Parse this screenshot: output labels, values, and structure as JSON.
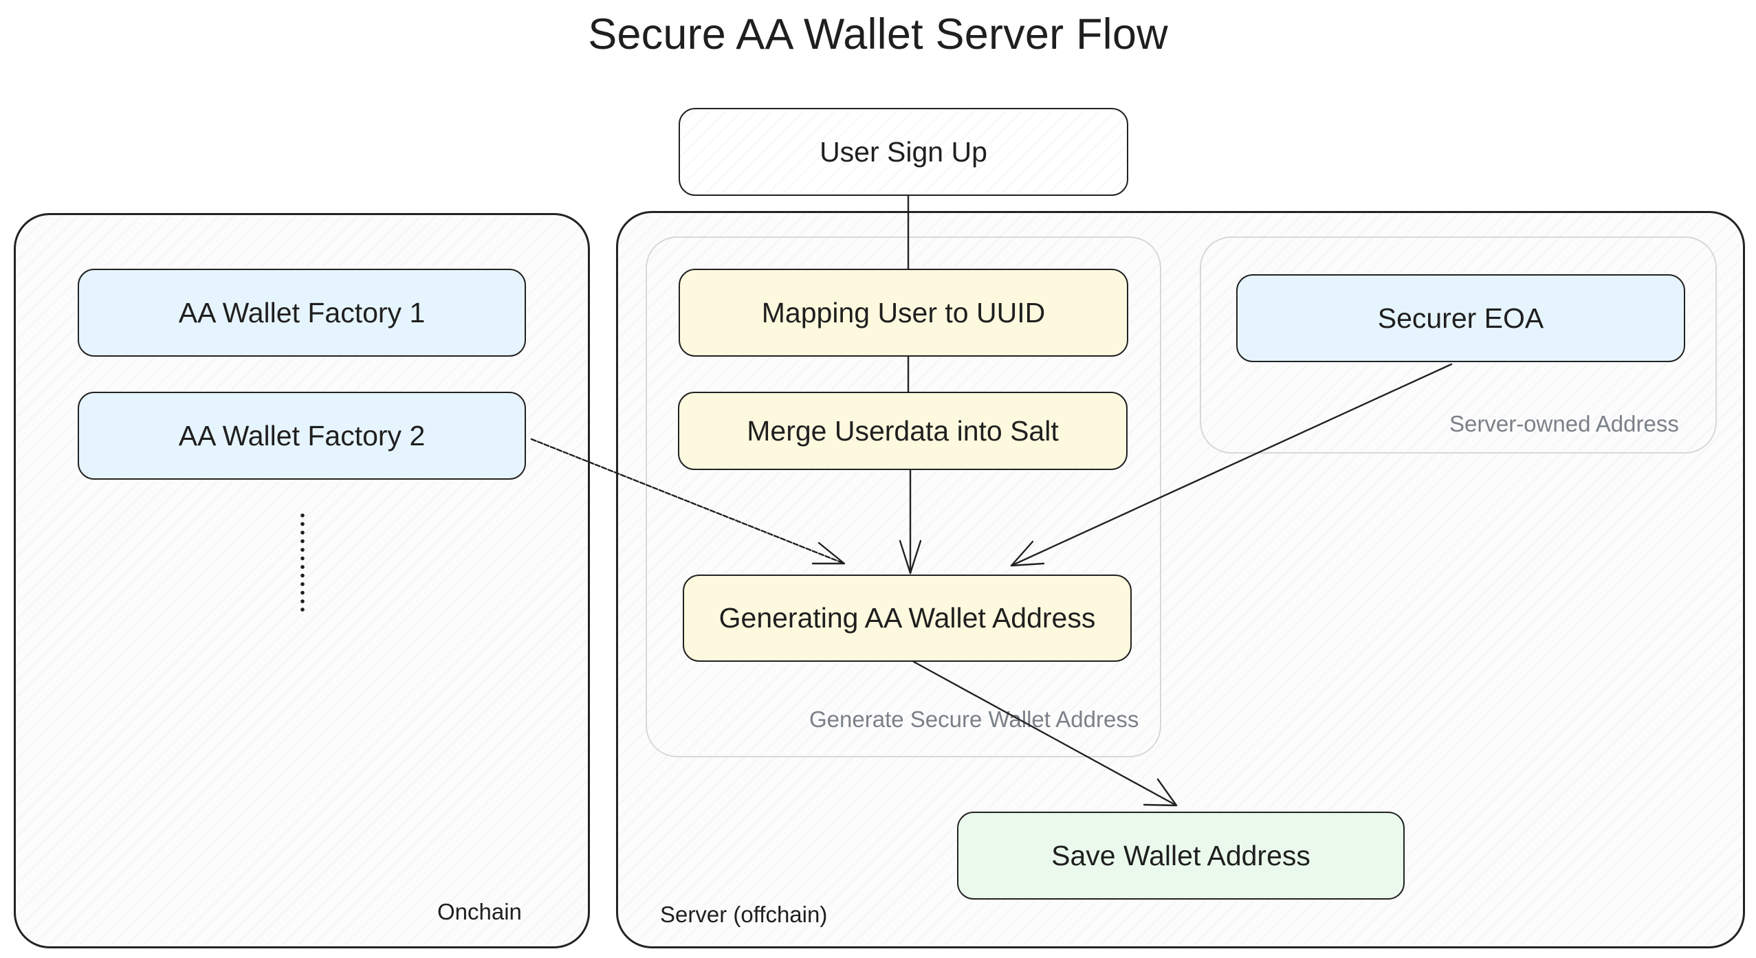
{
  "title": "Secure AA Wallet Server Flow",
  "groups": {
    "onchain": "Onchain",
    "server": "Server (offchain)",
    "generate": "Generate Secure Wallet Address",
    "server_owned": "Server-owned Address"
  },
  "nodes": {
    "user_sign_up": "User Sign Up",
    "factory_1": "AA Wallet Factory 1",
    "factory_2": "AA Wallet Factory 2",
    "mapping": "Mapping User to UUID",
    "merge": "Merge Userdata into Salt",
    "generating": "Generating AA Wallet Address",
    "securer": "Securer EOA",
    "save": "Save Wallet Address"
  },
  "edges": [
    {
      "from": "User Sign Up",
      "to": "Mapping User to UUID",
      "arrow": false
    },
    {
      "from": "Mapping User to UUID",
      "to": "Merge Userdata into Salt",
      "arrow": false
    },
    {
      "from": "Merge Userdata into Salt",
      "to": "Generating AA Wallet Address",
      "arrow": true
    },
    {
      "from": "AA Wallet Factory 2",
      "to": "Generating AA Wallet Address",
      "arrow": true
    },
    {
      "from": "Securer EOA",
      "to": "Generating AA Wallet Address",
      "arrow": true
    },
    {
      "from": "Generating AA Wallet Address",
      "to": "Save Wallet Address",
      "arrow": true
    }
  ],
  "colors": {
    "onchain_node": "#e6f4fd",
    "process_node": "#fdf9de",
    "result_node": "#eaf9ec",
    "stroke": "#222222",
    "subgroup_border": "#d6d8dc",
    "subgroup_label": "#7b8088"
  }
}
